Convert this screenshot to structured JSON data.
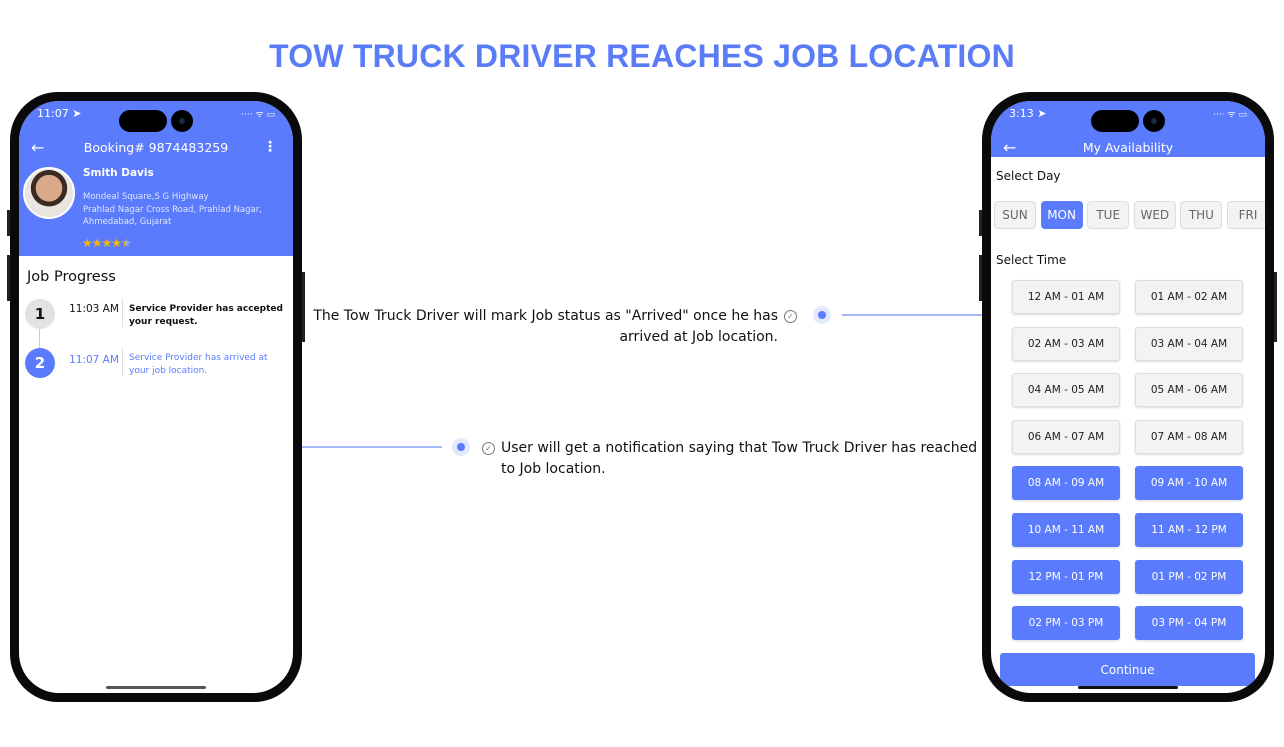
{
  "title": "TOW TRUCK DRIVER REACHES JOB LOCATION",
  "left_phone": {
    "time": "11:07 ➤",
    "signal": "···· ᯤ ▭",
    "header_title": "Booking# 9874483259",
    "provider": {
      "name": "Smith Davis",
      "address_line1": "Mondeal Square,S G Highway",
      "address_line2": "Prahlad Nagar Cross Road, Prahlad Nagar,",
      "address_line3": "Ahmedabad, Gujarat",
      "rating": 4.5,
      "stars": "★★★★",
      "half_star": "★"
    },
    "section_title": "Job Progress",
    "steps": [
      {
        "number": "1",
        "time": "11:03 AM",
        "text": "Service Provider has accepted your request."
      },
      {
        "number": "2",
        "time": "11:07 AM",
        "text": "Service Provider has arrived at your job location."
      }
    ]
  },
  "annotations": {
    "a1_line1": "The Tow Truck Driver will mark Job status as \"Arrived\" once he has",
    "a1_line2": "arrived at Job location.",
    "a2_line1": "User will get a notification saying that Tow Truck Driver has reached",
    "a2_line2": "to Job location."
  },
  "right_phone": {
    "time": "3:13 ➤",
    "signal": "···· ᯤ ▭",
    "header_title": "My Availability",
    "select_day": "Select Day",
    "days": [
      "SUN",
      "MON",
      "TUE",
      "WED",
      "THU",
      "FRI"
    ],
    "selected_day": "MON",
    "select_time": "Select Time",
    "slots": [
      {
        "label": "12 AM - 01 AM",
        "selected": false
      },
      {
        "label": "01 AM - 02 AM",
        "selected": false
      },
      {
        "label": "02 AM - 03 AM",
        "selected": false
      },
      {
        "label": "03 AM - 04 AM",
        "selected": false
      },
      {
        "label": "04 AM - 05 AM",
        "selected": false
      },
      {
        "label": "05 AM - 06 AM",
        "selected": false
      },
      {
        "label": "06 AM - 07 AM",
        "selected": false
      },
      {
        "label": "07 AM - 08 AM",
        "selected": false
      },
      {
        "label": "08 AM - 09 AM",
        "selected": true
      },
      {
        "label": "09 AM - 10 AM",
        "selected": true
      },
      {
        "label": "10 AM - 11 AM",
        "selected": true
      },
      {
        "label": "11 AM - 12 PM",
        "selected": true
      },
      {
        "label": "12 PM - 01 PM",
        "selected": true
      },
      {
        "label": "01 PM - 02 PM",
        "selected": true
      },
      {
        "label": "02 PM - 03 PM",
        "selected": true
      },
      {
        "label": "03 PM - 04 PM",
        "selected": true
      }
    ],
    "continue": "Continue"
  },
  "colors": {
    "accent": "#5a7bfc",
    "star": "#f5b800"
  }
}
